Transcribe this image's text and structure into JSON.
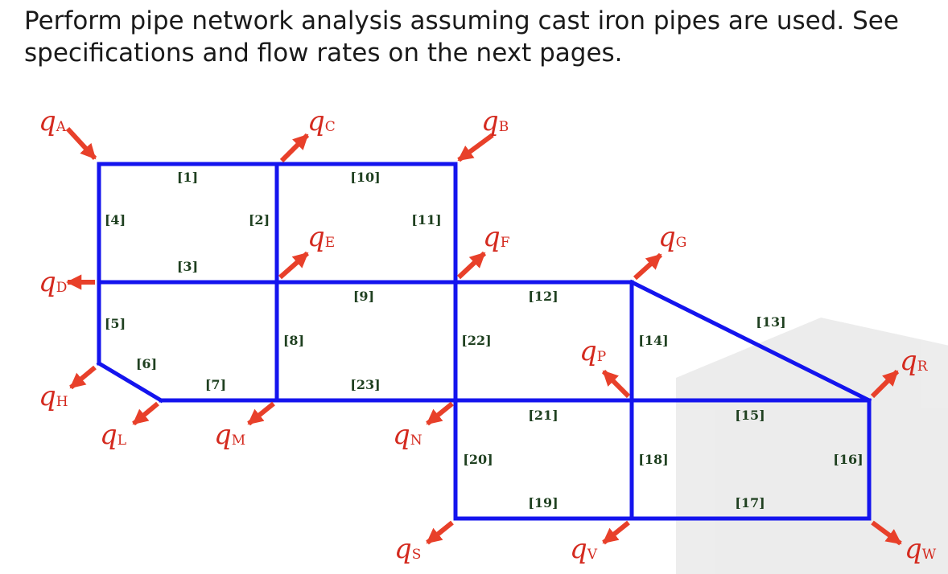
{
  "problem": {
    "text": "Perform pipe network analysis assuming cast iron pipes are used. See specifications and flow rates on the next pages."
  },
  "colors": {
    "pipe": "#1414ee",
    "arrow": "#e8402a",
    "label": "#1f4020",
    "flow_text": "#d42a1f"
  },
  "pipes": [
    {
      "id": "[1]"
    },
    {
      "id": "[2]"
    },
    {
      "id": "[3]"
    },
    {
      "id": "[4]"
    },
    {
      "id": "[5]"
    },
    {
      "id": "[6]"
    },
    {
      "id": "[7]"
    },
    {
      "id": "[8]"
    },
    {
      "id": "[9]"
    },
    {
      "id": "[10]"
    },
    {
      "id": "[11]"
    },
    {
      "id": "[12]"
    },
    {
      "id": "[13]"
    },
    {
      "id": "[14]"
    },
    {
      "id": "[15]"
    },
    {
      "id": "[16]"
    },
    {
      "id": "[17]"
    },
    {
      "id": "[18]"
    },
    {
      "id": "[19]"
    },
    {
      "id": "[20]"
    },
    {
      "id": "[21]"
    },
    {
      "id": "[22]"
    },
    {
      "id": "[23]"
    }
  ],
  "flows": [
    {
      "q": "q",
      "sub": "A"
    },
    {
      "q": "q",
      "sub": "B"
    },
    {
      "q": "q",
      "sub": "C"
    },
    {
      "q": "q",
      "sub": "D"
    },
    {
      "q": "q",
      "sub": "E"
    },
    {
      "q": "q",
      "sub": "F"
    },
    {
      "q": "q",
      "sub": "G"
    },
    {
      "q": "q",
      "sub": "H"
    },
    {
      "q": "q",
      "sub": "L"
    },
    {
      "q": "q",
      "sub": "M"
    },
    {
      "q": "q",
      "sub": "N"
    },
    {
      "q": "q",
      "sub": "P"
    },
    {
      "q": "q",
      "sub": "R"
    },
    {
      "q": "q",
      "sub": "S"
    },
    {
      "q": "q",
      "sub": "V"
    },
    {
      "q": "q",
      "sub": "W"
    }
  ]
}
